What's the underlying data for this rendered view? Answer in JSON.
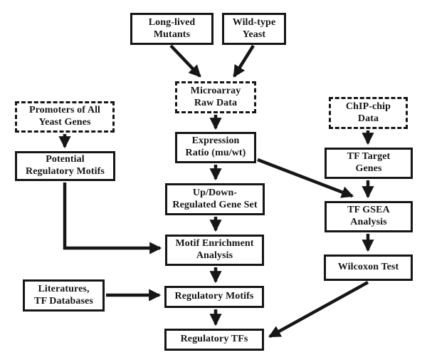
{
  "diagram": {
    "type": "flowchart",
    "description": "Workflow for identifying regulatory TFs from microarray data of long-lived yeast mutants",
    "nodes": {
      "long_lived": {
        "label": "Long-lived\nMutants",
        "border": "solid"
      },
      "wild_type": {
        "label": "Wild-type\nYeast",
        "border": "solid"
      },
      "microarray": {
        "label": "Microarray\nRaw Data",
        "border": "dashed"
      },
      "expression": {
        "label": "Expression\nRatio (mu/wt)",
        "border": "solid"
      },
      "promoters": {
        "label": "Promoters of All\nYeast Genes",
        "border": "dashed"
      },
      "potential": {
        "label": "Potential\nRegulatory Motifs",
        "border": "solid"
      },
      "chip_chip": {
        "label": "ChIP-chip\nData",
        "border": "dashed"
      },
      "tf_target": {
        "label": "TF Target\nGenes",
        "border": "solid"
      },
      "updown": {
        "label": "Up/Down-\nRegulated Gene Set",
        "border": "solid"
      },
      "motif_enrichment": {
        "label": "Motif Enrichment\nAnalysis",
        "border": "solid"
      },
      "reg_motifs": {
        "label": "Regulatory Motifs",
        "border": "solid"
      },
      "literatures": {
        "label": "Literatures,\nTF Databases",
        "border": "solid"
      },
      "tf_gsea": {
        "label": "TF GSEA\nAnalysis",
        "border": "solid"
      },
      "wilcoxon": {
        "label": "Wilcoxon Test",
        "border": "solid"
      },
      "reg_tfs": {
        "label": "Regulatory TFs",
        "border": "solid"
      }
    },
    "edges": [
      {
        "from": "long_lived",
        "to": "microarray"
      },
      {
        "from": "wild_type",
        "to": "microarray"
      },
      {
        "from": "microarray",
        "to": "expression"
      },
      {
        "from": "expression",
        "to": "updown"
      },
      {
        "from": "expression",
        "to": "tf_gsea"
      },
      {
        "from": "updown",
        "to": "motif_enrichment"
      },
      {
        "from": "motif_enrichment",
        "to": "reg_motifs"
      },
      {
        "from": "reg_motifs",
        "to": "reg_tfs"
      },
      {
        "from": "promoters",
        "to": "potential"
      },
      {
        "from": "potential",
        "to": "motif_enrichment"
      },
      {
        "from": "literatures",
        "to": "reg_motifs"
      },
      {
        "from": "chip_chip",
        "to": "tf_target"
      },
      {
        "from": "tf_target",
        "to": "tf_gsea"
      },
      {
        "from": "tf_gsea",
        "to": "wilcoxon"
      },
      {
        "from": "wilcoxon",
        "to": "reg_tfs"
      }
    ],
    "colors": {
      "line": "#161616",
      "background": "#ffffff"
    }
  }
}
